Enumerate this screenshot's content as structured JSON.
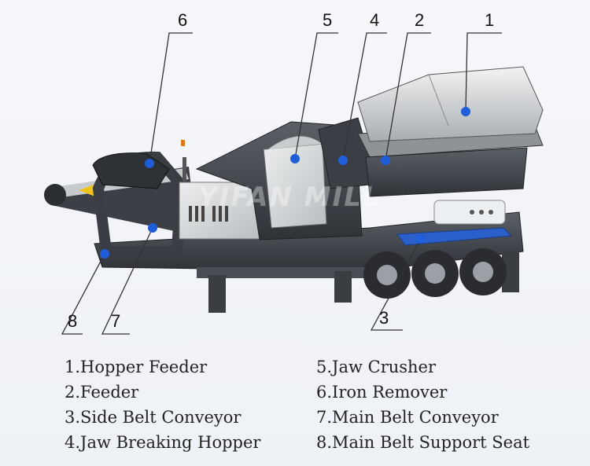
{
  "watermark": "YIFAN MILL",
  "callouts": [
    {
      "number": "1"
    },
    {
      "number": "2"
    },
    {
      "number": "3"
    },
    {
      "number": "4"
    },
    {
      "number": "5"
    },
    {
      "number": "6"
    },
    {
      "number": "7"
    },
    {
      "number": "8"
    }
  ],
  "legend": [
    {
      "text": "1.Hopper Feeder"
    },
    {
      "text": "2.Feeder"
    },
    {
      "text": "3.Side Belt Conveyor"
    },
    {
      "text": "4.Jaw Breaking Hopper"
    },
    {
      "text": "5.Jaw Crusher"
    },
    {
      "text": "6.Iron Remover"
    },
    {
      "text": "7.Main Belt Conveyor"
    },
    {
      "text": "8.Main Belt Support Seat"
    }
  ],
  "colors": {
    "marker": "#1f5ed8",
    "frame": "#3d4147",
    "panel": "#d9dbdc",
    "leader": "#333333"
  }
}
